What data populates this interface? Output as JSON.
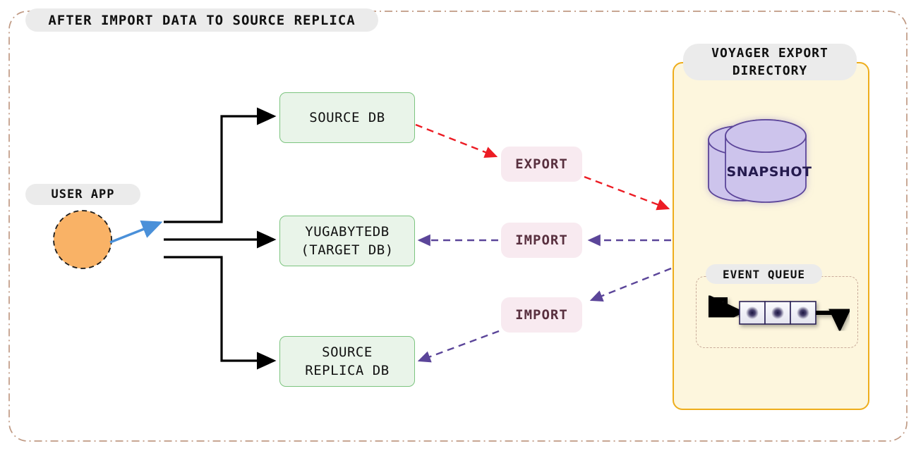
{
  "frame": {
    "title": "AFTER IMPORT DATA TO SOURCE REPLICA",
    "border_color": "#c09a84",
    "border_style": "dash-dot"
  },
  "user_app": {
    "title": "USER APP",
    "shape": "circle",
    "fill": "#f9b266",
    "border_color": "#1a1a1a",
    "border_style": "dashed",
    "connector_color": "#4a90d9"
  },
  "nodes": [
    {
      "id": "source-db",
      "label": "SOURCE DB",
      "fill": "#e9f4e9",
      "border": "#7cc47f"
    },
    {
      "id": "target-db",
      "label": "YUGABYTEDB\n(TARGET DB)",
      "fill": "#e9f4e9",
      "border": "#7cc47f"
    },
    {
      "id": "source-replica-db",
      "label": "SOURCE\nREPLICA DB",
      "fill": "#e9f4e9",
      "border": "#7cc47f"
    }
  ],
  "edge_labels": {
    "export": "EXPORT",
    "import_target": "IMPORT",
    "import_replica": "IMPORT",
    "fill": "#f8eaf0",
    "text_color": "#59303f"
  },
  "flows": [
    {
      "name": "export",
      "from": "source-db",
      "to": "voyager-export-directory",
      "label": "EXPORT",
      "color": "#ec1c24",
      "style": "dashed"
    },
    {
      "name": "import-target",
      "from": "voyager-export-directory",
      "to": "target-db",
      "label": "IMPORT",
      "color": "#5b4599",
      "style": "dashed"
    },
    {
      "name": "import-replica",
      "from": "voyager-export-directory",
      "to": "source-replica-db",
      "label": "IMPORT",
      "color": "#5b4599",
      "style": "dashed"
    }
  ],
  "voyager": {
    "title": "VOYAGER EXPORT\nDIRECTORY",
    "title_line1": "VOYAGER EXPORT",
    "title_line2": "DIRECTORY",
    "panel_fill": "#fdf6dd",
    "panel_border": "#eead1c",
    "snapshot": {
      "label": "SNAPSHOT",
      "shape": "cylinder",
      "fill": "#cdc4ec",
      "border": "#5b4599",
      "text_color": "#241a4e"
    },
    "event_queue": {
      "title": "EVENT QUEUE",
      "cell_count": 3,
      "cell_fill": "#f2f2f8",
      "cell_border": "#2b2056",
      "dot_color": "#201a4a",
      "container_border": "#c9ab9a"
    }
  }
}
